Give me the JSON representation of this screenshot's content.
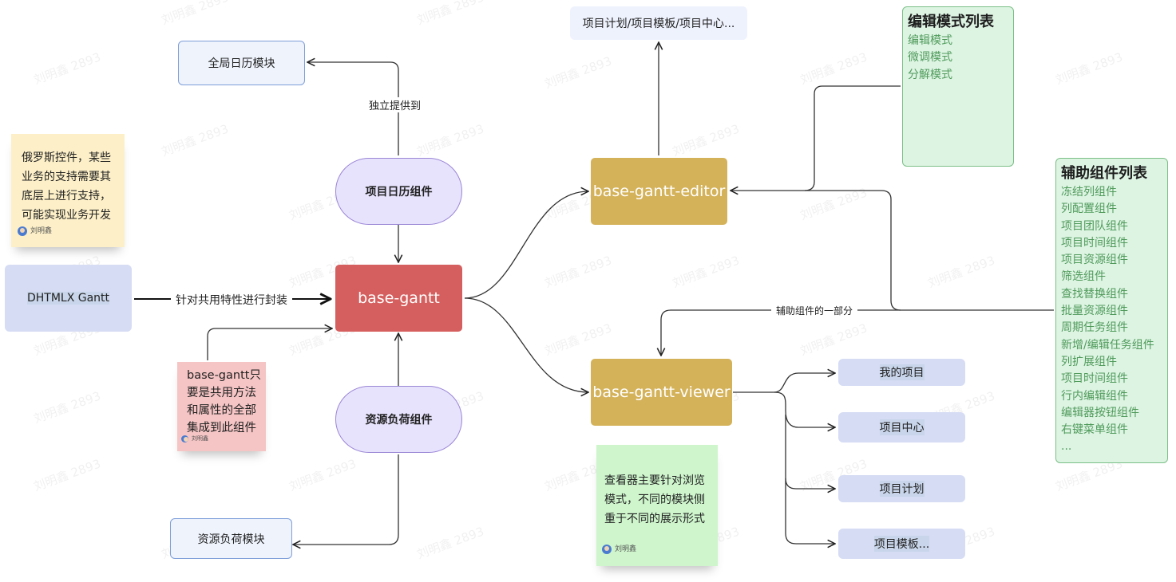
{
  "watermark": "刘明鑫 2893",
  "nodes": {
    "global_calendar_module": "全局日历模块",
    "project_calendar_component": "项目日历组件",
    "base_gantt": "base-gantt",
    "resource_load_component": "资源负荷组件",
    "resource_load_module": "资源负荷模块",
    "dhtmlx_gantt": "DHTMLX Gantt",
    "base_gantt_editor": "base-gantt-editor",
    "base_gantt_viewer": "base-gantt-viewer",
    "editor_targets": "项目计划/项目模板/项目中心...",
    "viewer_targets": [
      "我的项目",
      "项目中心",
      "项目计划",
      "项目模板..."
    ]
  },
  "edge_labels": {
    "provide_independently": "独立提供到",
    "encapsulate_common": "针对共用特性进行封装",
    "part_of_aux": "辅助组件的一部分"
  },
  "stickies": {
    "russian_control": {
      "text": "俄罗斯控件，某些\n业务的支持需要其\n底层上进行支持，\n可能实现业务开发",
      "author": "刘明鑫"
    },
    "base_gantt_note": {
      "text": "base-gantt只\n要是共用方法\n和属性的全部\n集成到此组件",
      "author": "刘明鑫"
    },
    "viewer_note": {
      "text": "查看器主要针对浏览\n模式，不同的模块侧\n重于不同的展示形式",
      "author": "刘明鑫"
    }
  },
  "edit_mode_list": {
    "title": "编辑模式列表",
    "items": [
      "编辑模式",
      "微调模式",
      "分解模式"
    ]
  },
  "aux_component_list": {
    "title": "辅助组件列表",
    "items": [
      "冻结列组件",
      "列配置组件",
      "项目团队组件",
      "项目时间组件",
      "项目资源组件",
      "筛选组件",
      "查找替换组件",
      "批量资源组件",
      "周期任务组件",
      "新增/编辑任务组件",
      "列扩展组件",
      "项目时间组件",
      "行内编辑组件",
      "编辑器按钮组件",
      "右键菜单组件",
      "..."
    ]
  },
  "colors": {
    "base_gantt": "#d55f5e",
    "editor_viewer": "#d4b25a",
    "pill": "#e8e3fd",
    "list_text": "#4f9a5a"
  }
}
